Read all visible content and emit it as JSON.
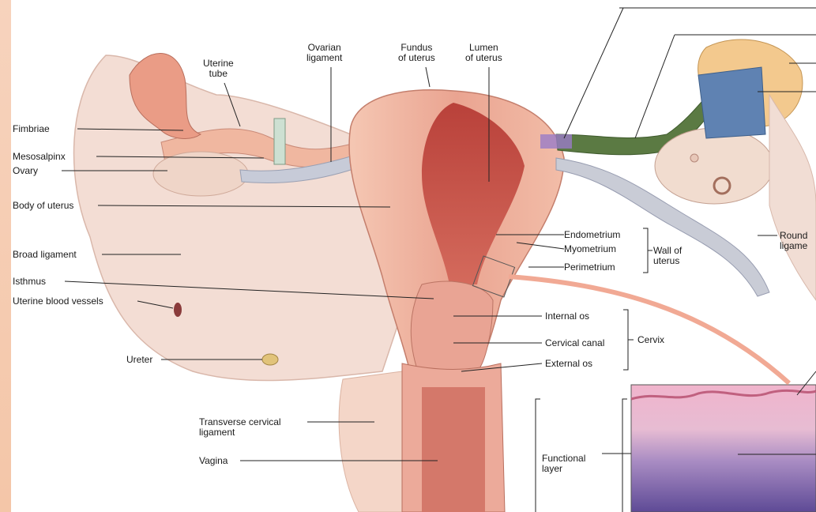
{
  "labels": {
    "uterine_tube": "Uterine\ntube",
    "ovarian_ligament": "Ovarian\nligament",
    "fundus": "Fundus\nof uterus",
    "lumen": "Lumen\nof uterus",
    "fimbriae": "Fimbriae",
    "mesosalpinx": "Mesosalpinx",
    "ovary": "Ovary",
    "body_of_uterus": "Body of uterus",
    "broad_ligament": "Broad ligament",
    "isthmus": "Isthmus",
    "uterine_blood_vessels": "Uterine blood vessels",
    "ureter": "Ureter",
    "transverse_cervical_ligament": "Transverse cervical\nligament",
    "vagina": "Vagina",
    "endometrium": "Endometrium",
    "myometrium": "Myometrium",
    "perimetrium": "Perimetrium",
    "wall_of_uterus": "Wall of\nuterus",
    "internal_os": "Internal os",
    "cervical_canal": "Cervical canal",
    "external_os": "External os",
    "cervix": "Cervix",
    "round_ligament": "Round\nligame",
    "functional_layer": "Functional\nlayer"
  },
  "colors": {
    "tissue": "#f1b8a3",
    "tissue_dark": "#d98a78",
    "broad_ligament": "#f2dcd3",
    "ovary": "#efd3c3",
    "histology_top": "#e5a6c2",
    "histology_bottom": "#7a5ba6",
    "tube_green": "#4f6b3a"
  }
}
